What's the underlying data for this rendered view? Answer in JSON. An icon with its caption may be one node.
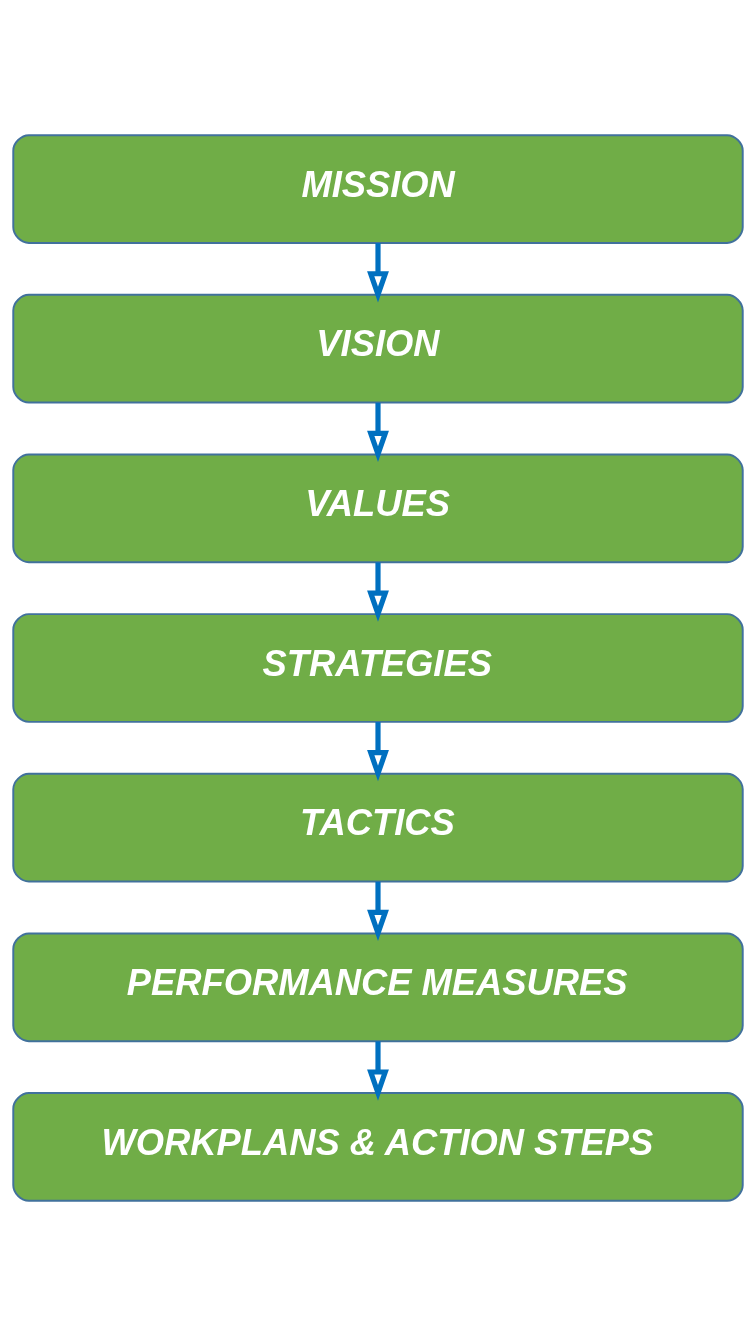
{
  "diagram": {
    "nodes": [
      {
        "text": [
          "MISSION"
        ]
      },
      {
        "text": [
          "VISION"
        ]
      },
      {
        "text": [
          "VALUES"
        ]
      },
      {
        "text": [
          "STRATEGIES"
        ]
      },
      {
        "text": [
          "TACTICS"
        ]
      },
      {
        "text": [
          "PERFORMANCE MEASURES"
        ]
      },
      {
        "text": [
          "WORKPLANS & ACTION STEPS"
        ]
      }
    ],
    "edges": [
      {
        "from": 0,
        "to": 1,
        "arrow": "to"
      },
      {
        "from": 1,
        "to": 2,
        "arrow": "to"
      },
      {
        "from": 2,
        "to": 3,
        "arrow": "to"
      },
      {
        "from": 3,
        "to": 4,
        "arrow": "to"
      },
      {
        "from": 4,
        "to": 5,
        "arrow": "to"
      },
      {
        "from": 5,
        "to": 6,
        "arrow": "to"
      }
    ]
  }
}
